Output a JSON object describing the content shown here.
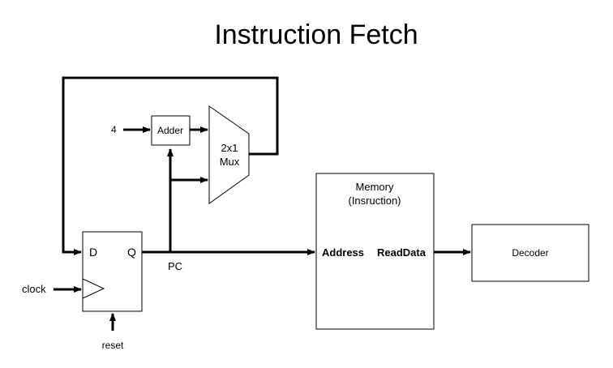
{
  "title": "Instruction Fetch",
  "components": {
    "pc_register": {
      "d_label": "D",
      "q_label": "Q"
    },
    "adder": {
      "label": "Adder"
    },
    "mux": {
      "line1": "2x1",
      "line2": "Mux"
    },
    "memory": {
      "line1": "Memory",
      "line2": "(Insruction)",
      "address": "Address",
      "readdata": "ReadData"
    },
    "decoder": {
      "label": "Decoder"
    }
  },
  "signals": {
    "constant": "4",
    "clock": "clock",
    "reset": "reset",
    "pc": "PC"
  }
}
